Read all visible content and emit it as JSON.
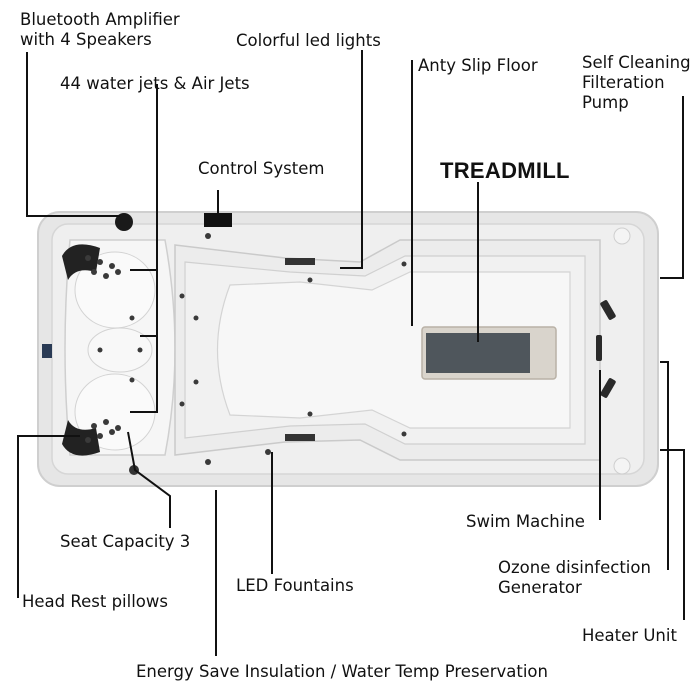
{
  "labels": {
    "bluetooth": "Bluetooth Amplifier\nwith 4 Speakers",
    "led_lights": "Colorful led lights",
    "water_jets": "44 water jets & Air Jets",
    "anti_slip": "Anty Slip Floor",
    "self_cleaning": "Self Cleaning\nFilteration\nPump",
    "control_system": "Control System",
    "treadmill": "TREADMILL",
    "swim_machine": "Swim Machine",
    "seat_capacity": "Seat Capacity 3",
    "ozone": "Ozone disinfection\nGenerator",
    "head_rest": "Head Rest pillows",
    "led_fountains": "LED Fountains",
    "heater": "Heater Unit",
    "insulation": "Energy Save Insulation / Water Temp Preservation"
  },
  "colors": {
    "line": "#111111",
    "spa_shell": "#e9e9e9",
    "spa_inner": "#f3f3f3",
    "treadmill_belt": "#4f565c",
    "pillow": "#222222"
  }
}
